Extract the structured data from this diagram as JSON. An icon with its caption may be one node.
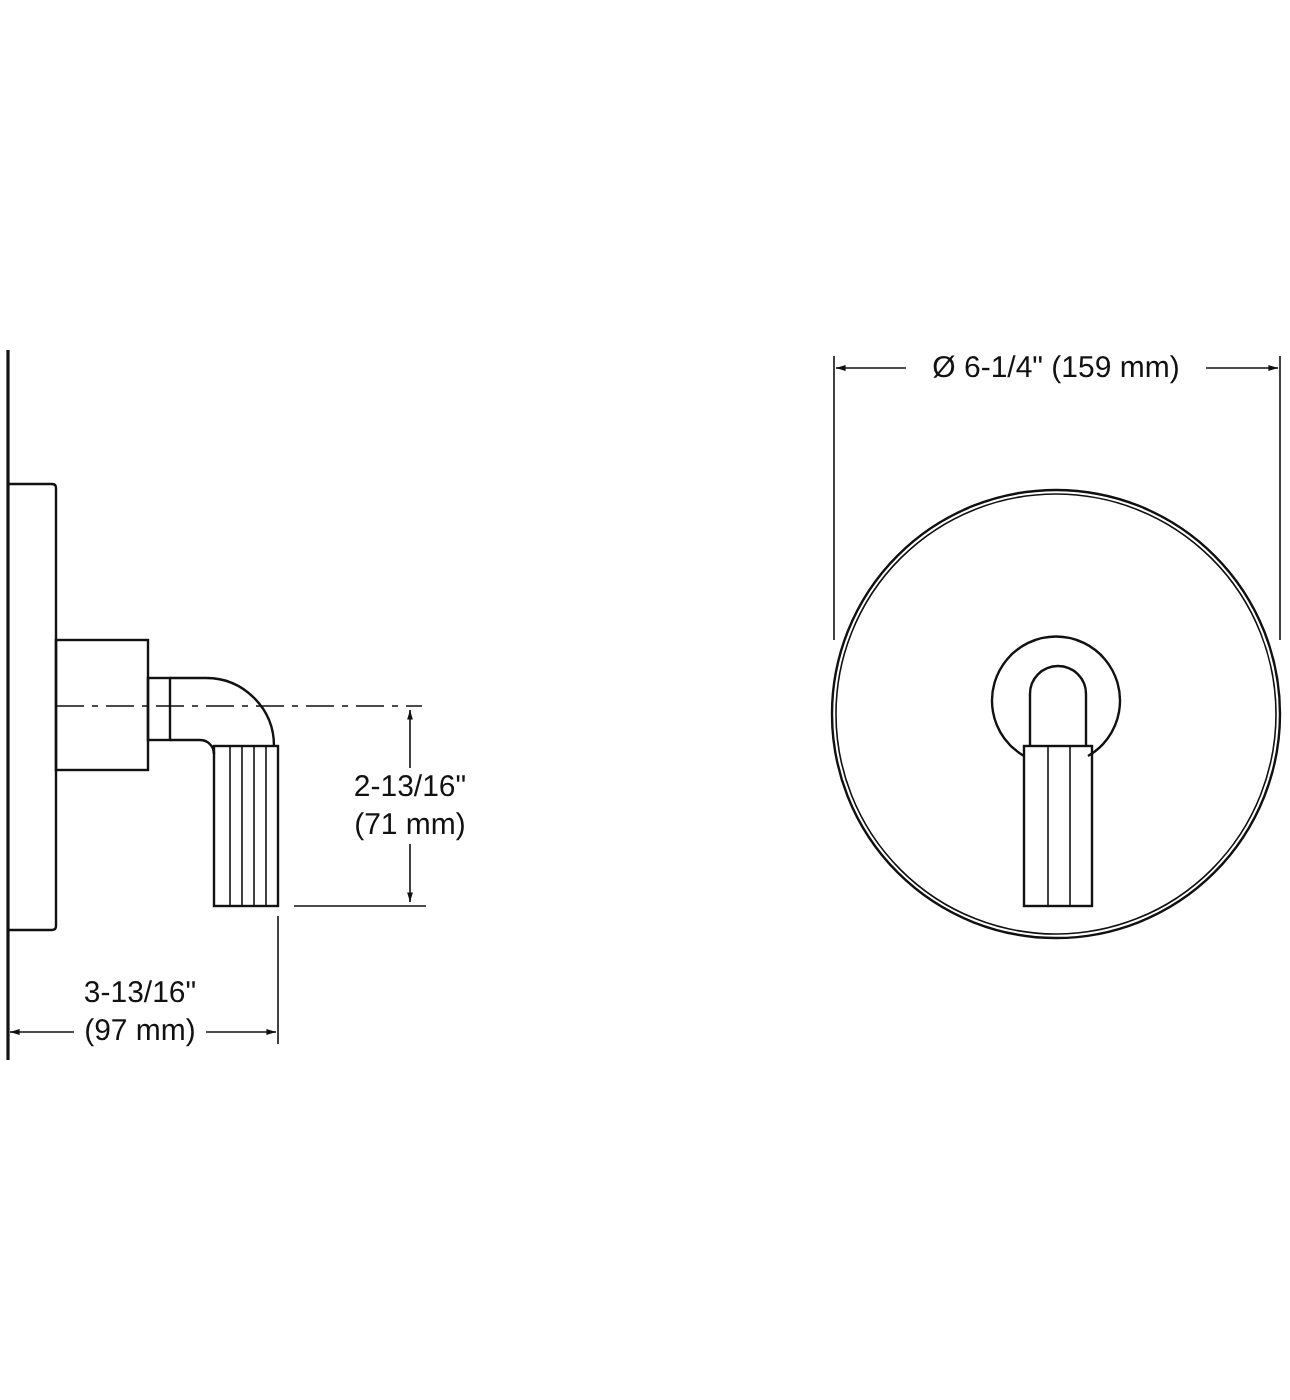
{
  "diagram": {
    "labels": [
      "2-13/16\" (71 mm)",
      "3-13/16\" (97 mm)",
      "Ø 6-1/4\" (159 mm)"
    ]
  }
}
